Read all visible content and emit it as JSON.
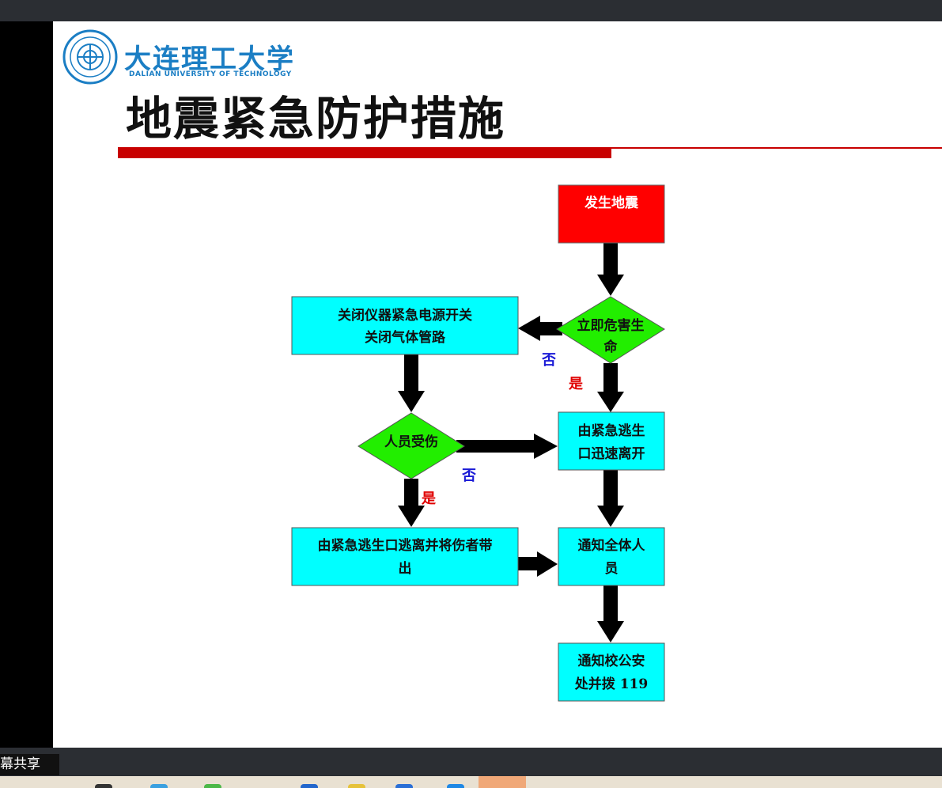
{
  "logo": {
    "name_cn": "大连理工大学",
    "name_en": "DALIAN UNIVERSITY OF TECHNOLOGY"
  },
  "slide": {
    "title": "地震紧急防护措施"
  },
  "flowchart": {
    "start": "发生地震",
    "decision_life": [
      "立即危害生",
      "命"
    ],
    "shutdown": [
      "关闭仪器紧急电源开关",
      "关闭气体管路"
    ],
    "decision_injury": "人员受伤",
    "escape": [
      "由紧急逃生",
      "口迅速离开"
    ],
    "escape_with_injured": [
      "由紧急逃生口逃离并将伤者带",
      "出"
    ],
    "notify_all": [
      "通知全体人",
      "员"
    ],
    "notify_police": [
      "通知校公安",
      "处并拨 119"
    ],
    "label_no_1": "否",
    "label_yes_1": "是",
    "label_no_2": "否",
    "label_yes_2": "是"
  },
  "screen_share": {
    "label": "屏幕共享"
  },
  "colors": {
    "start_box": "#ff0000",
    "process_box": "#00ffff",
    "decision": "#22ee00",
    "accent_red": "#c80000",
    "logo_blue": "#1b7ec4"
  }
}
